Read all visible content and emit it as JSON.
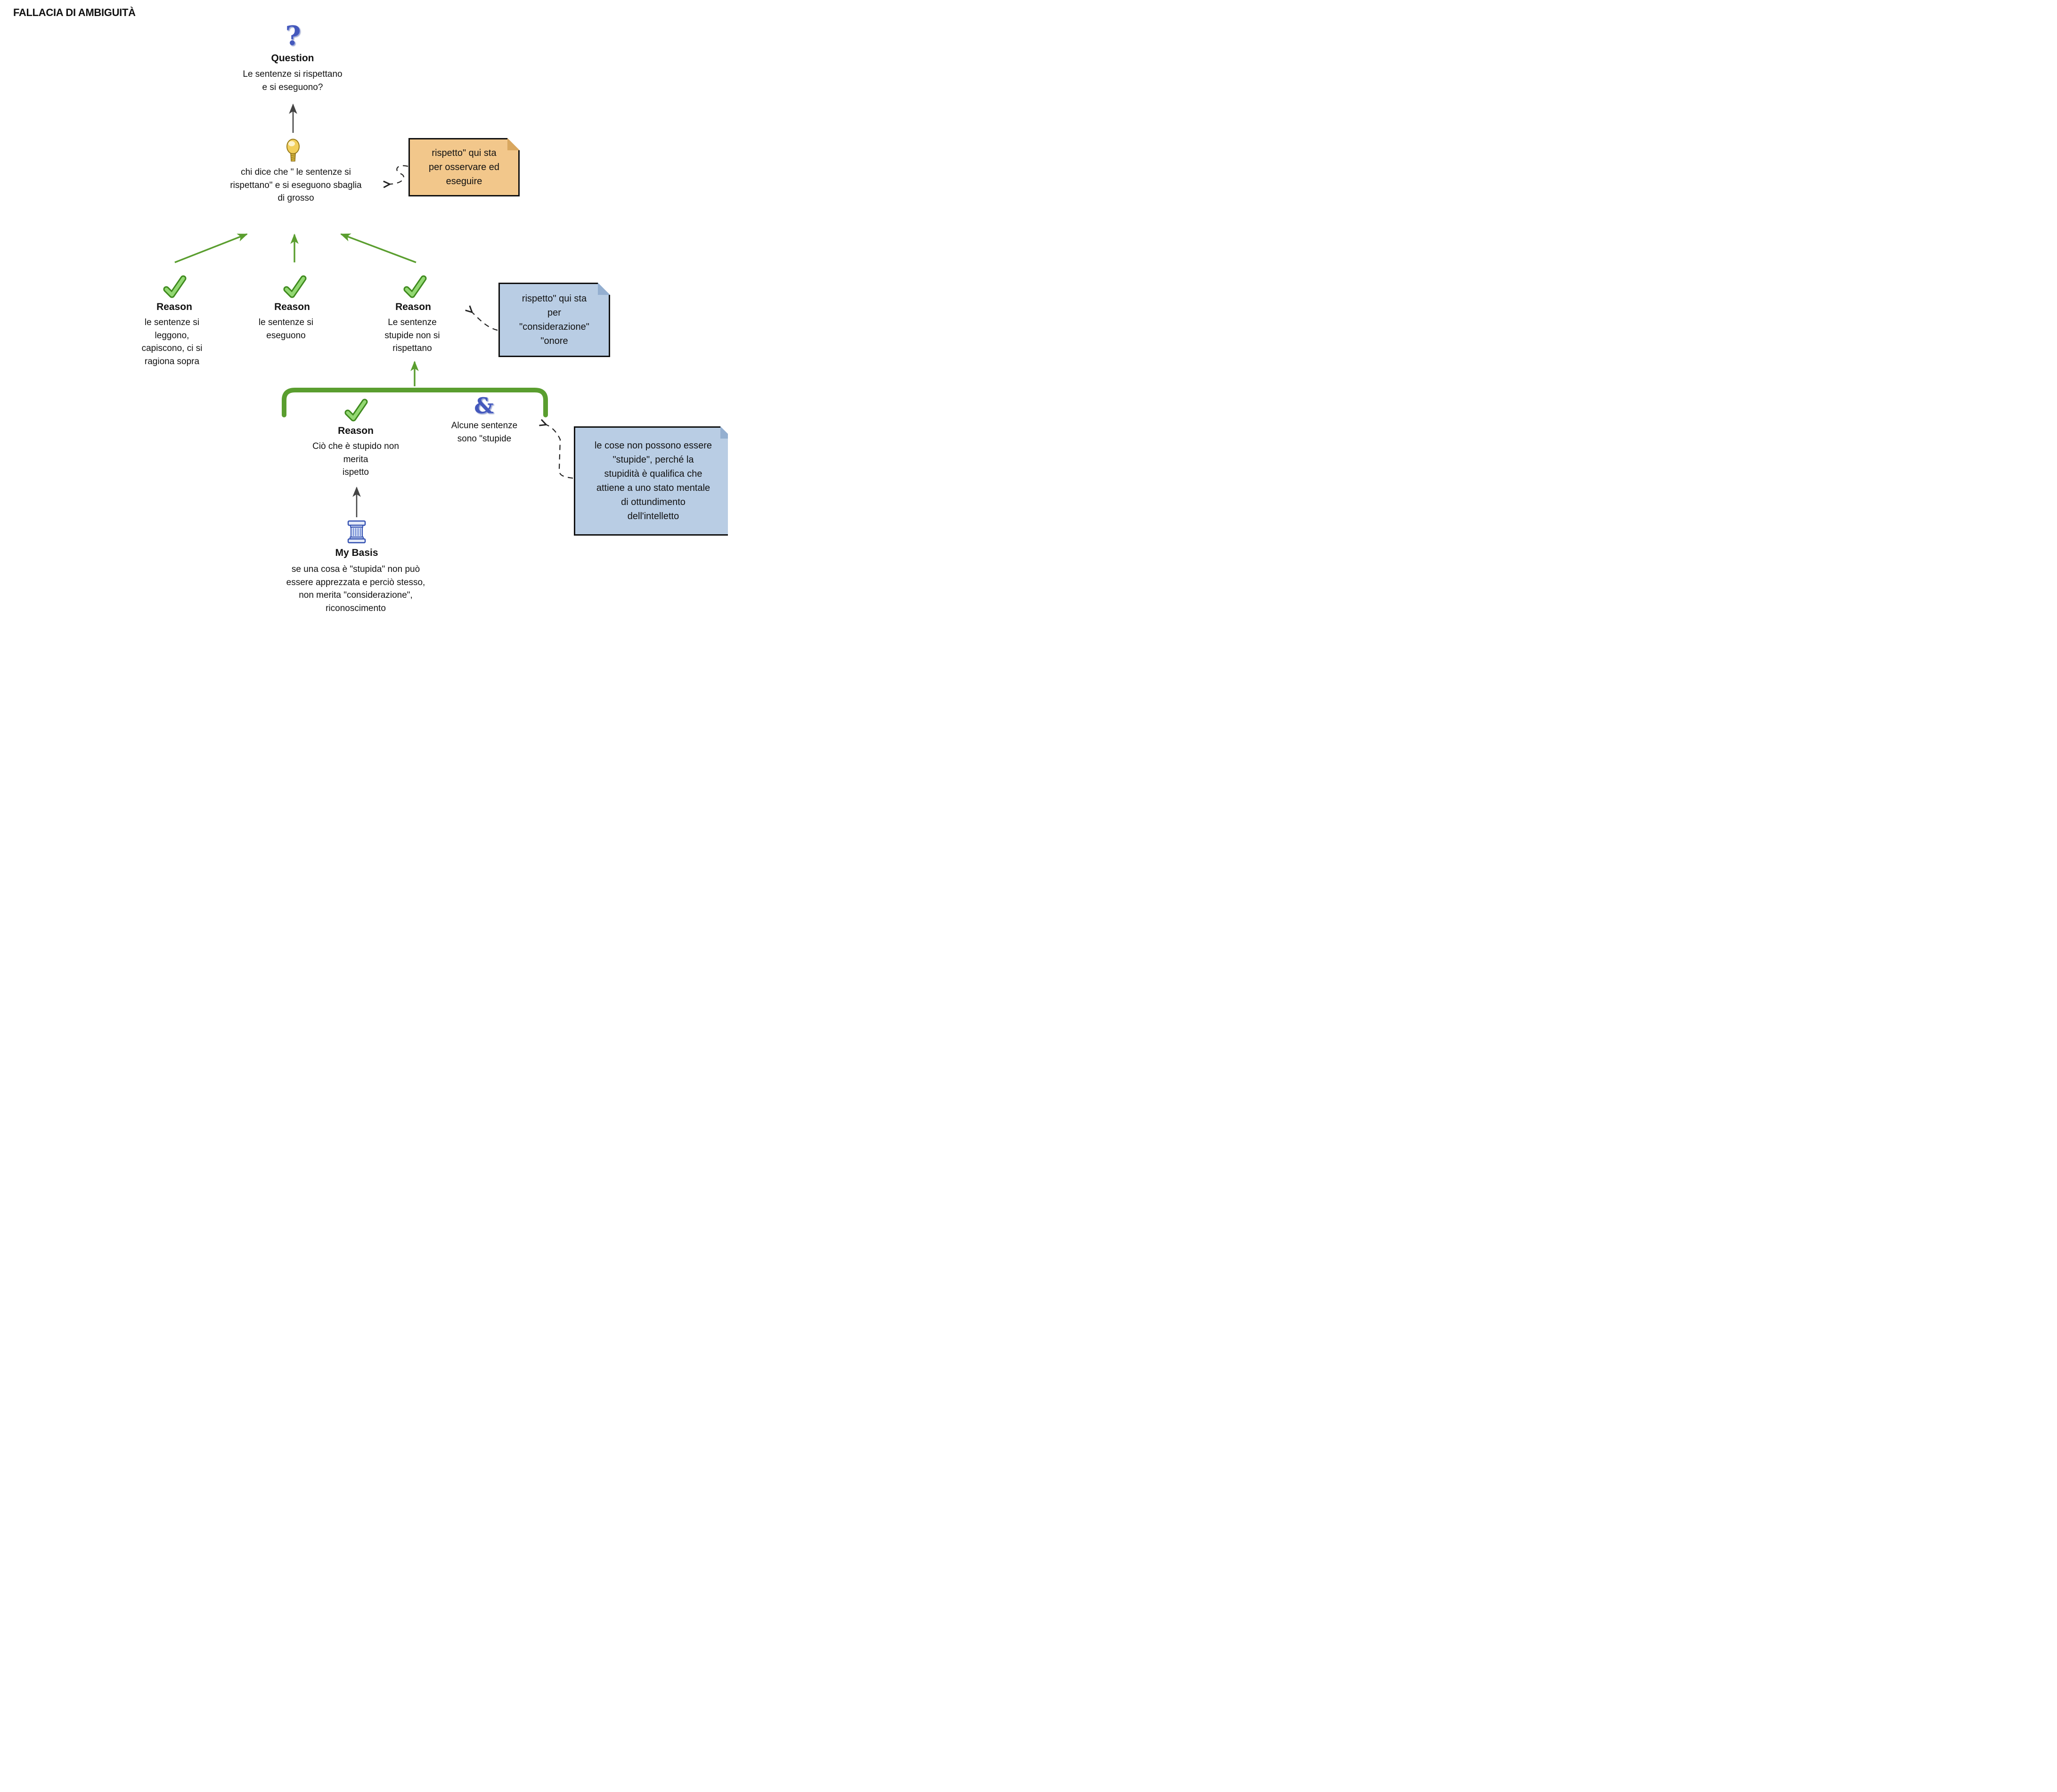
{
  "title": "FALLACIA DI AMBIGUITÀ",
  "icons": {
    "question": "?",
    "amp": "&"
  },
  "question": {
    "label": "Question",
    "text": "Le sentenze si rispettano\ne si eseguono?"
  },
  "contention": {
    "text": "chi dice che \" le sentenze si\nrispettano\" e si eseguono sbaglia\ndi grosso"
  },
  "reasons": [
    {
      "label": "Reason",
      "text": "le sentenze si\nleggono,\ncapiscono, ci si\nragiona sopra"
    },
    {
      "label": "Reason",
      "text": "le sentenze si\neseguono"
    },
    {
      "label": "Reason",
      "text": "Le sentenze\nstupide non si\nrispettano"
    },
    {
      "label": "Reason",
      "text": "Ciò che è stupido non\nmerita\nispetto"
    }
  ],
  "joint": {
    "text": "Alcune sentenze\nsono \"stupide"
  },
  "basis": {
    "label": "My Basis",
    "text": "se una cosa è \"stupida\" non può\nessere apprezzata e perciò stesso,\nnon merita \"considerazione\",\nriconoscimento"
  },
  "notes": [
    {
      "text": "rispetto\" qui sta\nper osservare ed\neseguire"
    },
    {
      "text": "rispetto\" qui sta\nper\n\"considerazione\"\n\"onore"
    },
    {
      "text": "le cose non possono essere\n\"stupide\", perché la\nstupidità è qualifica che\nattiene a uno stato mentale\ndi ottundimento\ndell'intelletto"
    }
  ],
  "colors": {
    "green_link": "#5a9e2f",
    "black_link": "#444444",
    "orange_note": "#f2c78b",
    "blue_note": "#b9cde4",
    "blue_icon": "#4458bc"
  }
}
